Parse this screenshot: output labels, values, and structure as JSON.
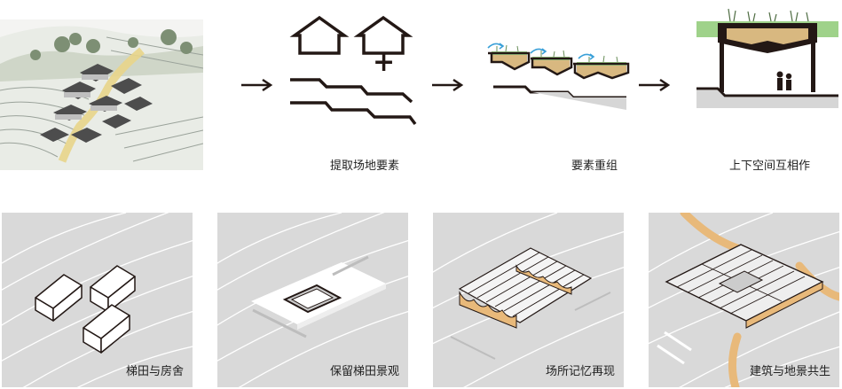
{
  "top_row": {
    "step1_caption": "提取场地要素",
    "step2_caption": "要素重组",
    "step3_caption": "上下空间互相作",
    "plus_sign": "+",
    "arrow": "→",
    "colors": {
      "earth_tan": "#d8b880",
      "grass_green": "#9fd28a",
      "water_blue": "#3aa0d8",
      "line_dark": "#231815"
    }
  },
  "bottom_row": {
    "panels": [
      {
        "caption": "梯田与房舍"
      },
      {
        "caption": "保留梯田景观"
      },
      {
        "caption": "场所记忆再现"
      },
      {
        "caption": "建筑与地景共生"
      }
    ],
    "colors": {
      "panel_bg": "#d9d9d9",
      "path_orange": "#e8b97a"
    }
  }
}
